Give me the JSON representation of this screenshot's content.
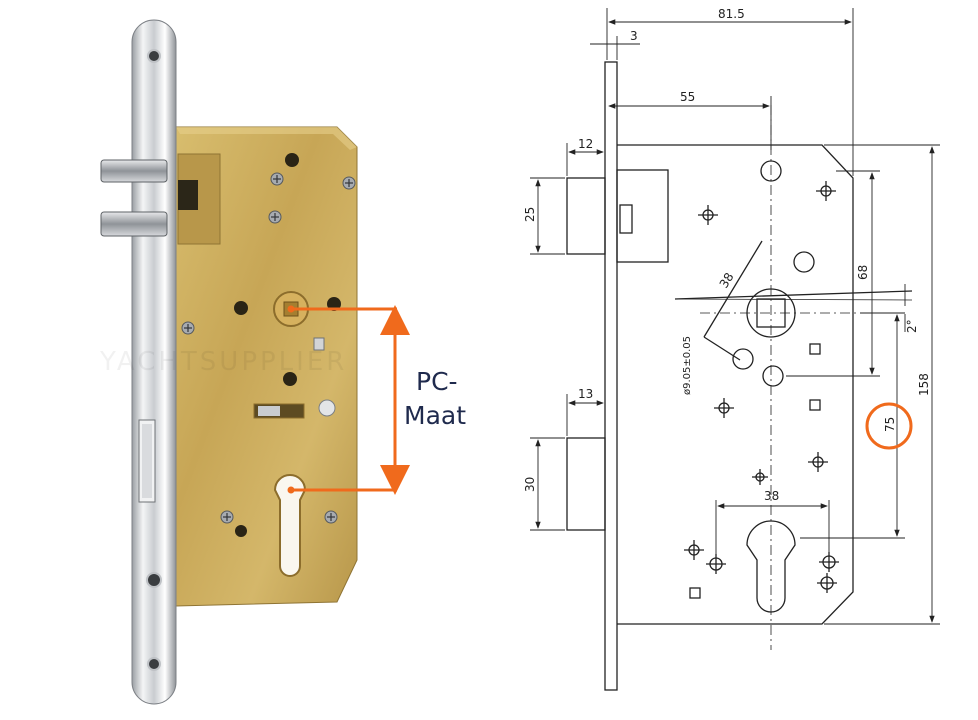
{
  "watermark": "YACHTSUPPLIER",
  "callout": {
    "line1": "PC-",
    "line2": "Maat"
  },
  "dimensions": {
    "total_width": "81.5",
    "faceplate": "3",
    "backset": "55",
    "latch_projection": "12",
    "latch_height": "25",
    "pc_offset": "38",
    "angle": "2°",
    "upper_spacing": "68",
    "lower_width": "38",
    "deadbolt_projection": "13",
    "deadbolt_height": "30",
    "case_height": "158",
    "pc_distance": "75",
    "tolerance": "ø9.05±0.05"
  },
  "colors": {
    "accent": "#f06a1c",
    "callout_text": "#1f2a4d",
    "brass": "#c9a95a",
    "drawing_line": "#222222"
  },
  "icons": [
    "pc-measure-arrow",
    "highlight-circle"
  ]
}
